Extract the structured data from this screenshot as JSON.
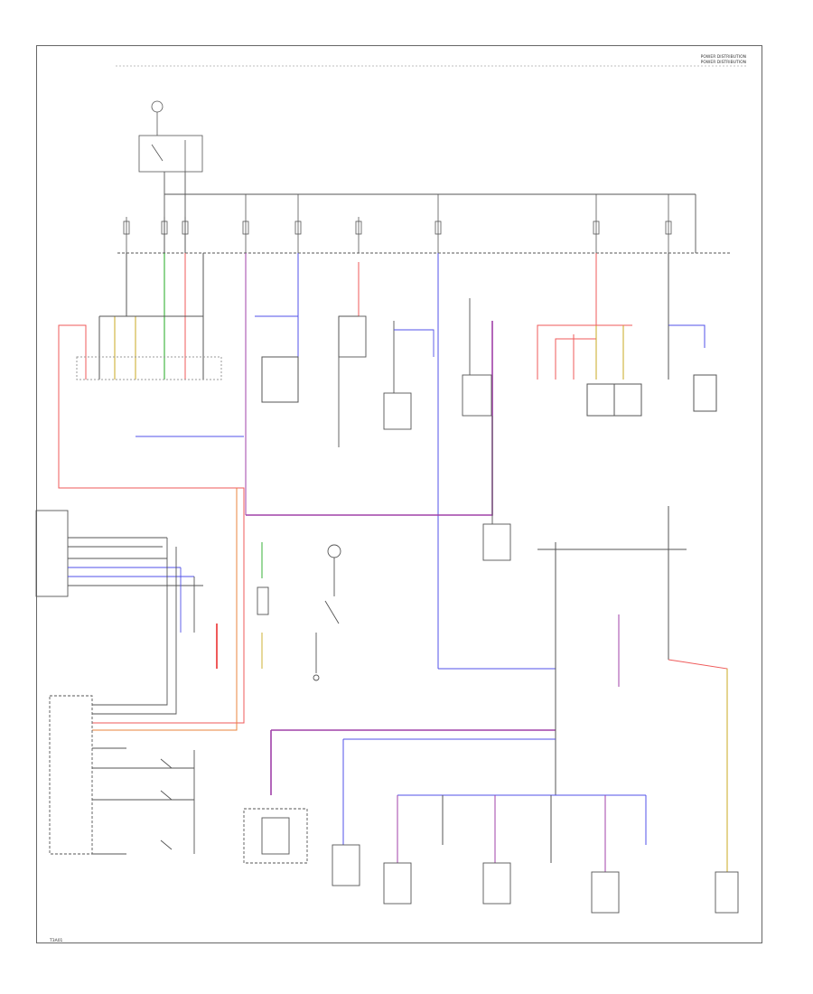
{
  "header": {
    "title": "POWER DISTRIBUTION",
    "subtitle": "POWER DISTRIBUTION"
  },
  "footer": {
    "code": "T3A01"
  },
  "colors": {
    "wire_red": "#ef5a5a",
    "wire_green": "#22aa22",
    "wire_blue": "#5050e8",
    "wire_violet": "#a040a8",
    "wire_yellow": "#c8a820",
    "wire_orange": "#e8843c",
    "wire_black": "#555555",
    "box_outline": "#555555"
  }
}
